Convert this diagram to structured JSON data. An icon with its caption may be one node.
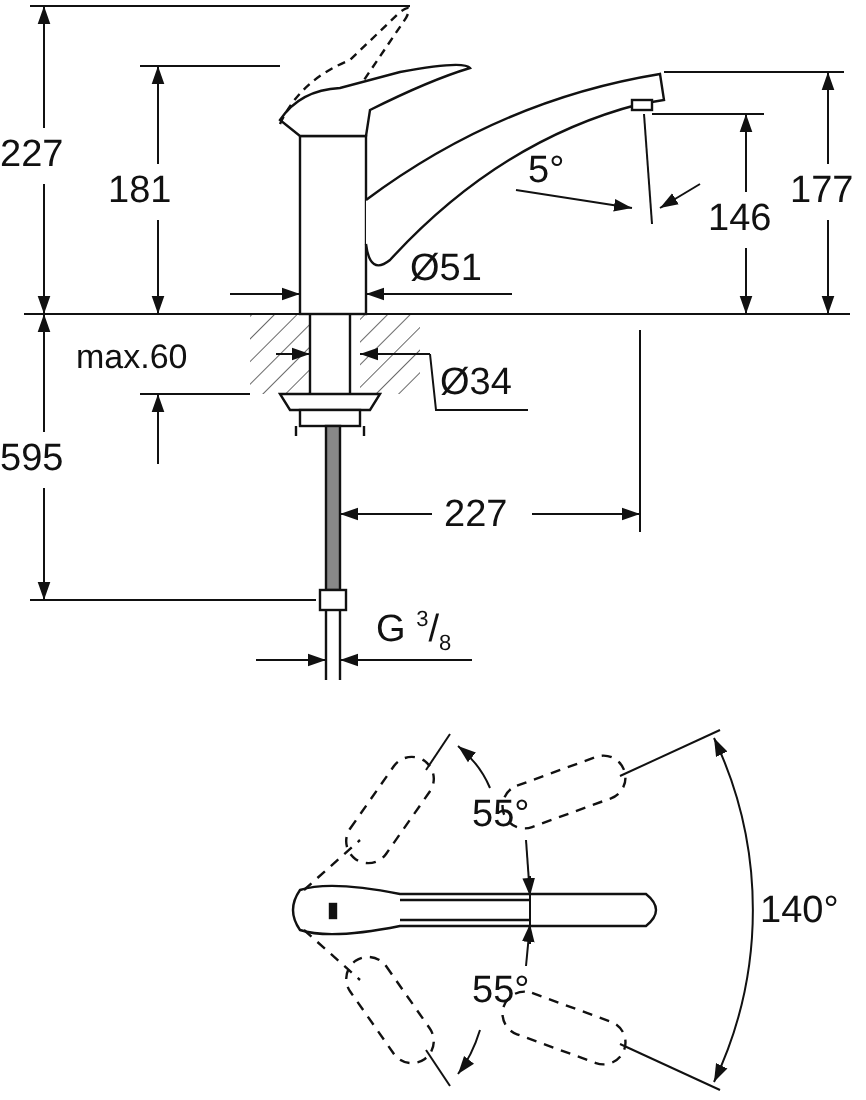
{
  "diagram": {
    "labels": [
      "227",
      "181",
      "5°",
      "146",
      "177",
      "Ø51",
      "max.60",
      "Ø34",
      "595",
      "227",
      "G $^{3}$/$_{8}$",
      "55°",
      "140°",
      "55°"
    ]
  }
}
